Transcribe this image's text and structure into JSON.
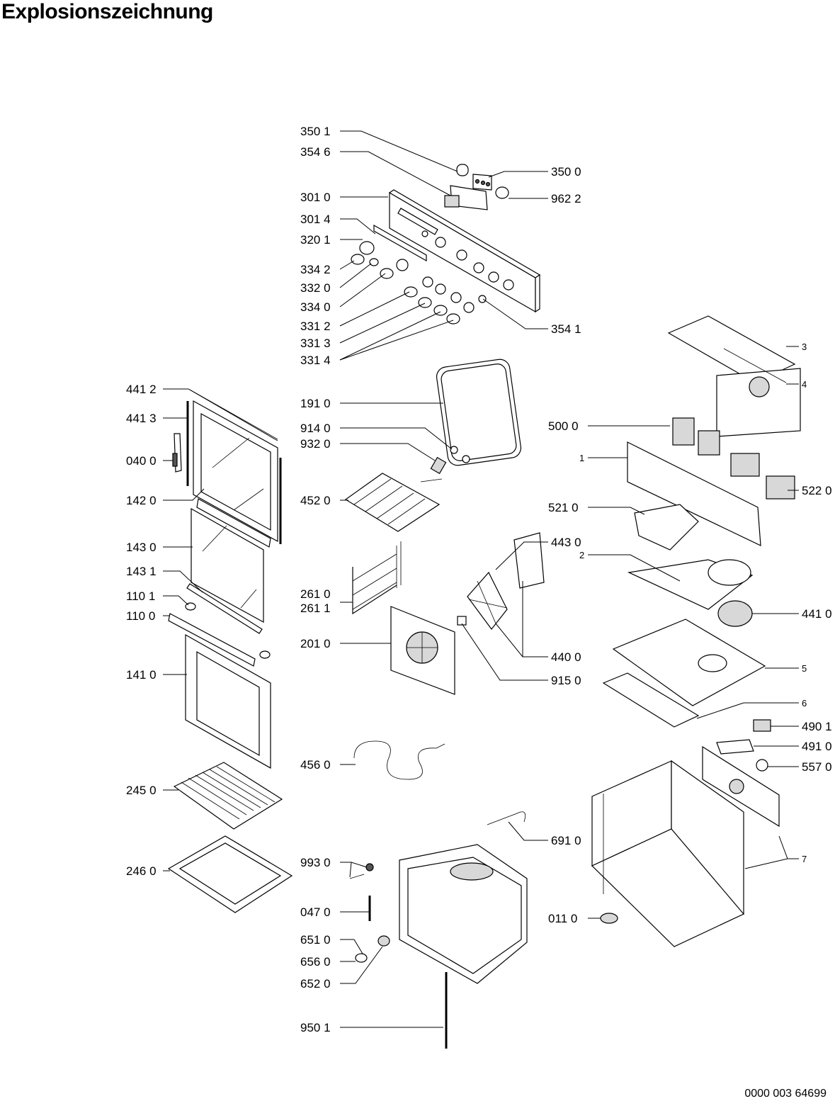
{
  "title": "Explosionszeichnung",
  "document_number": "0000 003 64699",
  "colors": {
    "line": "#000000",
    "background": "#ffffff",
    "shade": "#d8d8d8"
  },
  "callouts": [
    {
      "id": "c3501",
      "text": "350 1"
    },
    {
      "id": "c3546",
      "text": "354 6"
    },
    {
      "id": "c3500",
      "text": "350 0"
    },
    {
      "id": "c9622",
      "text": "962 2"
    },
    {
      "id": "c3010",
      "text": "301 0"
    },
    {
      "id": "c3014",
      "text": "301 4"
    },
    {
      "id": "c3201",
      "text": "320 1"
    },
    {
      "id": "c3342",
      "text": "334 2"
    },
    {
      "id": "c3320",
      "text": "332 0"
    },
    {
      "id": "c3340",
      "text": "334 0"
    },
    {
      "id": "c3312",
      "text": "331 2"
    },
    {
      "id": "c3313",
      "text": "331 3"
    },
    {
      "id": "c3314",
      "text": "331 4"
    },
    {
      "id": "c3541",
      "text": "354 1"
    },
    {
      "id": "c3",
      "text": "3"
    },
    {
      "id": "c4",
      "text": "4"
    },
    {
      "id": "c4412",
      "text": "441 2"
    },
    {
      "id": "c4413",
      "text": "441 3"
    },
    {
      "id": "c0400",
      "text": "040 0"
    },
    {
      "id": "c1420",
      "text": "142 0"
    },
    {
      "id": "c1430",
      "text": "143 0"
    },
    {
      "id": "c1431",
      "text": "143 1"
    },
    {
      "id": "c1101",
      "text": "110 1"
    },
    {
      "id": "c1100",
      "text": "110 0"
    },
    {
      "id": "c1410",
      "text": "141 0"
    },
    {
      "id": "c2450",
      "text": "245 0"
    },
    {
      "id": "c2460",
      "text": "246 0"
    },
    {
      "id": "c1910",
      "text": "191 0"
    },
    {
      "id": "c9140",
      "text": "914 0"
    },
    {
      "id": "c9320",
      "text": "932 0"
    },
    {
      "id": "c4520",
      "text": "452 0"
    },
    {
      "id": "c2610",
      "text": "261 0"
    },
    {
      "id": "c2611",
      "text": "261 1"
    },
    {
      "id": "c2010",
      "text": "201 0"
    },
    {
      "id": "c4430",
      "text": "443 0"
    },
    {
      "id": "c4400",
      "text": "440 0"
    },
    {
      "id": "c9150",
      "text": "915 0"
    },
    {
      "id": "c5000",
      "text": "500 0"
    },
    {
      "id": "c1",
      "text": "1"
    },
    {
      "id": "c5220",
      "text": "522 0"
    },
    {
      "id": "c5210",
      "text": "521 0"
    },
    {
      "id": "c2",
      "text": "2"
    },
    {
      "id": "c4410",
      "text": "441 0"
    },
    {
      "id": "c5",
      "text": "5"
    },
    {
      "id": "c6",
      "text": "6"
    },
    {
      "id": "c4901",
      "text": "490 1"
    },
    {
      "id": "c4910",
      "text": "491 0"
    },
    {
      "id": "c5570",
      "text": "557 0"
    },
    {
      "id": "c4560",
      "text": "456 0"
    },
    {
      "id": "c6910",
      "text": "691 0"
    },
    {
      "id": "c7",
      "text": "7"
    },
    {
      "id": "c9930",
      "text": "993 0"
    },
    {
      "id": "c0470",
      "text": "047 0"
    },
    {
      "id": "c0110",
      "text": "011 0"
    },
    {
      "id": "c6510",
      "text": "651 0"
    },
    {
      "id": "c6560",
      "text": "656 0"
    },
    {
      "id": "c6520",
      "text": "652 0"
    },
    {
      "id": "c9501",
      "text": "950 1"
    }
  ]
}
